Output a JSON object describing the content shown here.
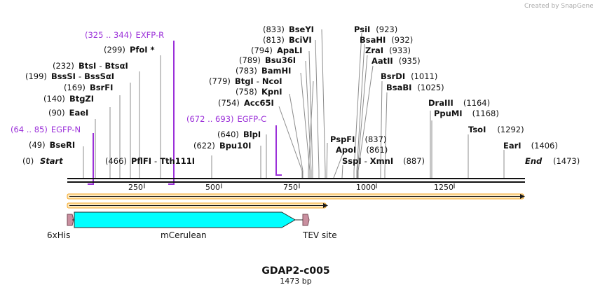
{
  "watermark": "Created by SnapGene",
  "construct": {
    "name": "GDAP2-c005",
    "length": "1473 bp"
  },
  "ends": {
    "start": "Start",
    "start_pos": "(0)",
    "end": "End",
    "end_pos": "(1473)"
  },
  "ticks": [
    "250",
    "500",
    "750",
    "1000",
    "1250"
  ],
  "sites_left": [
    {
      "pos": "(49)",
      "name": "BseRI"
    },
    {
      "pos": "(90)",
      "name": "EaeI"
    },
    {
      "pos": "(140)",
      "name": "BtgZI"
    },
    {
      "pos": "(169)",
      "name": "BsrFI"
    },
    {
      "pos": "(199)",
      "name": "BssSI",
      "name2": "BssSαI"
    },
    {
      "pos": "(232)",
      "name": "BtsI",
      "name2": "BtsαI"
    },
    {
      "pos": "(299)",
      "name": "PfoI *"
    },
    {
      "pos": "(466)",
      "name": "PflFI",
      "name2": "Tth111I"
    }
  ],
  "sites_mid": [
    {
      "pos": "(622)",
      "name": "Bpu10I"
    },
    {
      "pos": "(640)",
      "name": "BlpI"
    },
    {
      "pos": "(754)",
      "name": "Acc65I"
    },
    {
      "pos": "(758)",
      "name": "KpnI"
    },
    {
      "pos": "(779)",
      "name": "BtgI",
      "name2": "NcoI"
    },
    {
      "pos": "(783)",
      "name": "BamHI"
    },
    {
      "pos": "(789)",
      "name": "Bsu36I"
    },
    {
      "pos": "(794)",
      "name": "ApaLI"
    },
    {
      "pos": "(813)",
      "name": "BciVI"
    },
    {
      "pos": "(833)",
      "name": "BseYI"
    }
  ],
  "sites_right": [
    {
      "pos": "(923)",
      "name": "PsiI"
    },
    {
      "pos": "(932)",
      "name": "BsaHI"
    },
    {
      "pos": "(933)",
      "name": "ZraI"
    },
    {
      "pos": "(935)",
      "name": "AatII"
    },
    {
      "pos": "(1011)",
      "name": "BsrDI"
    },
    {
      "pos": "(1025)",
      "name": "BsaBI"
    },
    {
      "pos": "(837)",
      "name": "PspFI"
    },
    {
      "pos": "(861)",
      "name": "ApoI"
    },
    {
      "pos": "(887)",
      "name": "SspI",
      "name2": "XmnI"
    },
    {
      "pos": "(1164)",
      "name": "DraIII"
    },
    {
      "pos": "(1168)",
      "name": "PpuMI"
    },
    {
      "pos": "(1292)",
      "name": "TsoI"
    },
    {
      "pos": "(1406)",
      "name": "EarI"
    }
  ],
  "primers": [
    {
      "range": "(325 .. 344)",
      "name": "EXFP-R"
    },
    {
      "range": "(64 .. 85)",
      "name": "EGFP-N"
    },
    {
      "range": "(672 .. 693)",
      "name": "EGFP-C"
    }
  ],
  "features": [
    "6xHis",
    "mCerulean",
    "TEV site"
  ],
  "colors": {
    "primer": "#9b30d9",
    "orf": "#f5a623",
    "orf_fill": "#fde9c0",
    "cds": "#00ffff",
    "tag": "#c98f9f"
  }
}
